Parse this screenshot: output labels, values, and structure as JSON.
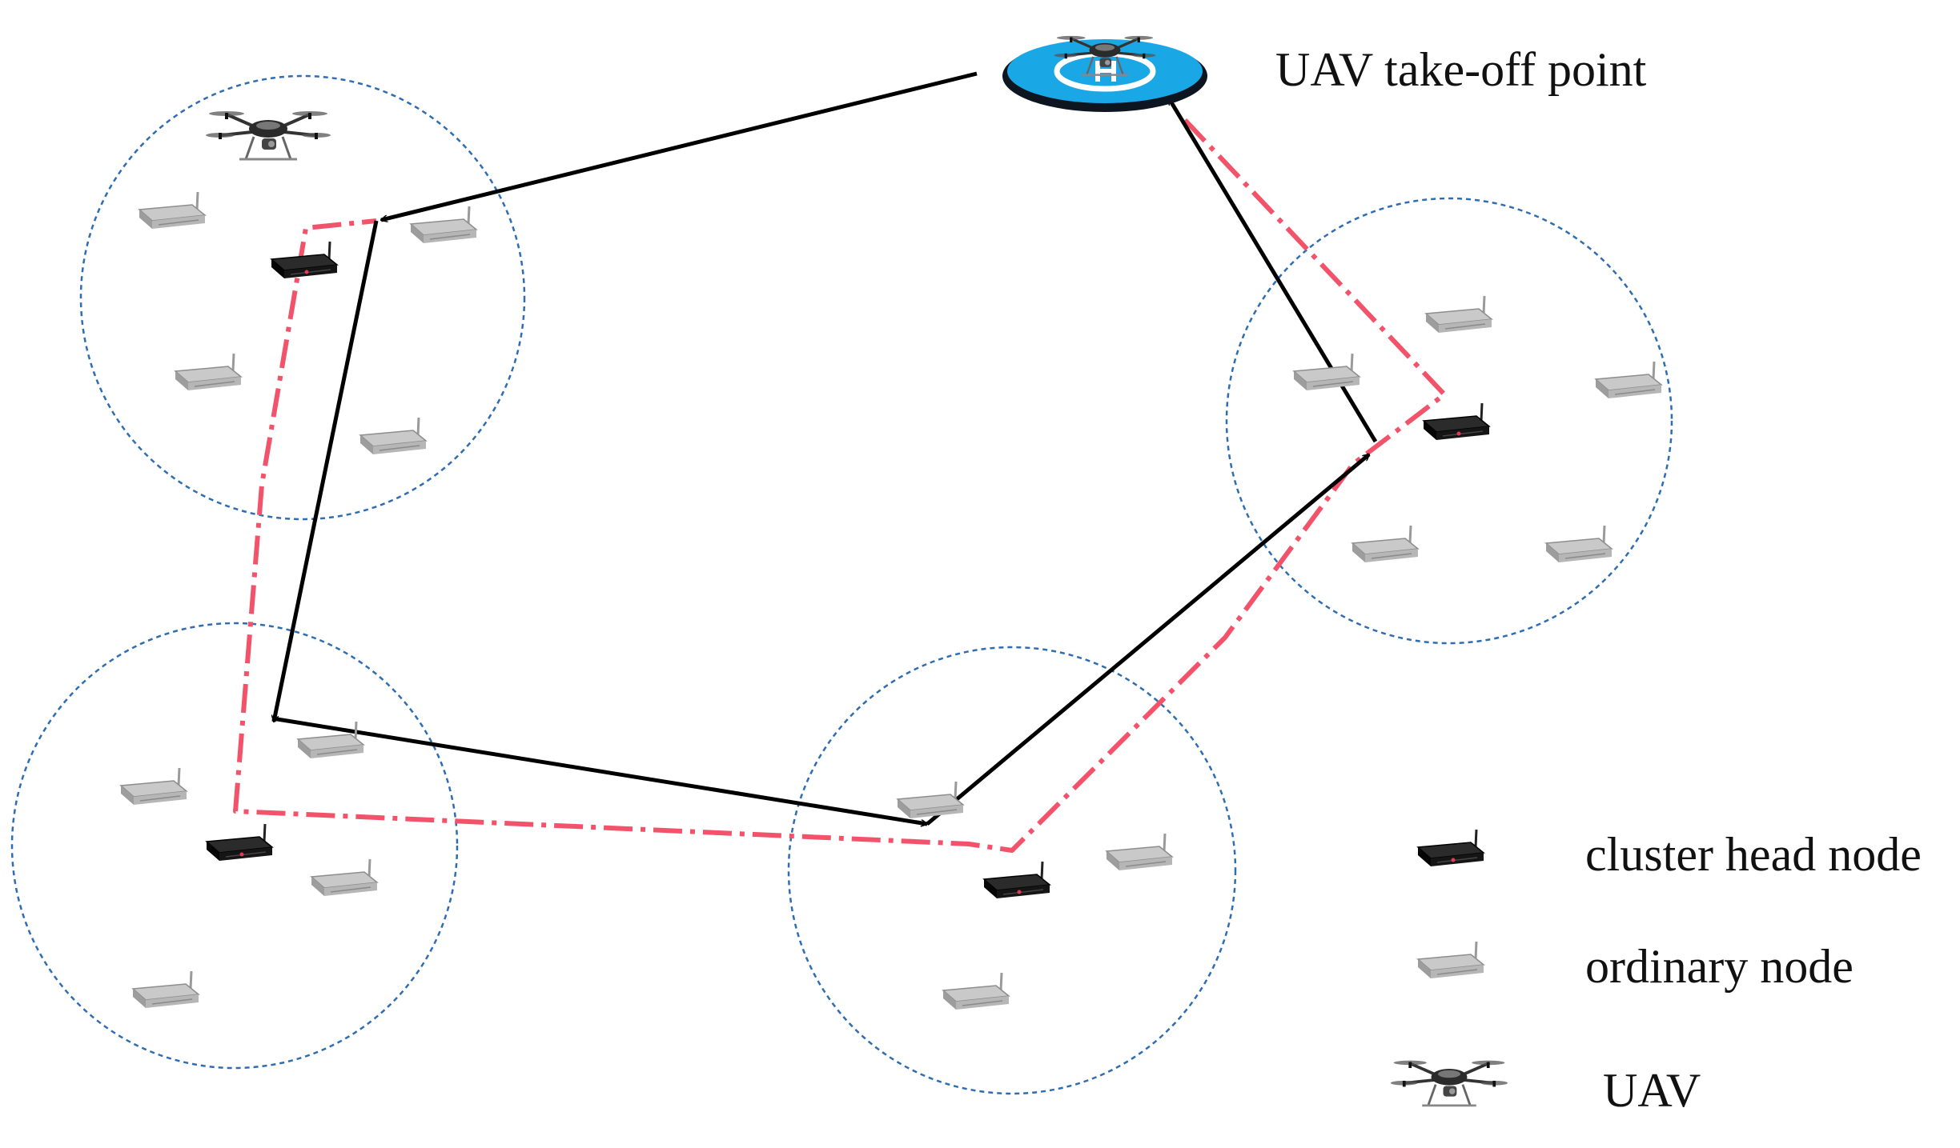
{
  "takeoff": {
    "label": "UAV take-off point"
  },
  "legend": {
    "items": [
      {
        "icon": "cluster-head-node-icon",
        "label": "cluster head node"
      },
      {
        "icon": "ordinary-node-icon",
        "label": "ordinary node"
      },
      {
        "icon": "uav-icon",
        "label": "UAV"
      }
    ]
  },
  "colors": {
    "cluster_boundary": "#2f6db3",
    "uav_flight_path": "#000000",
    "data_path": "#f2536b",
    "ordinary_node": "#a9a9a9",
    "cluster_head_node": "#1a1a1a",
    "landing_pad": "#1aa7e6"
  }
}
